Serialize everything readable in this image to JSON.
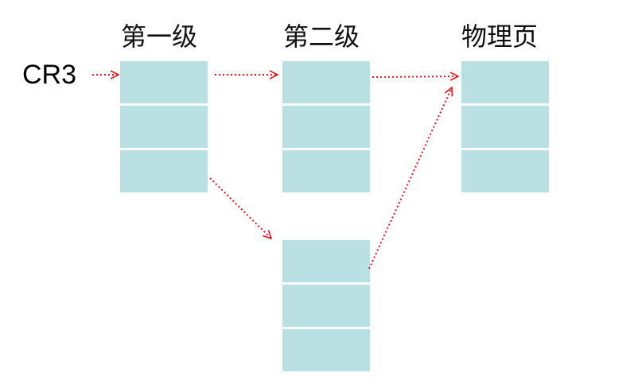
{
  "titles": {
    "level1": "第一级",
    "level2": "第二级",
    "physical": "物理页"
  },
  "cr3_label": "CR3",
  "colors": {
    "cell": "#b9e0e3",
    "arrow": "#e8141b"
  }
}
